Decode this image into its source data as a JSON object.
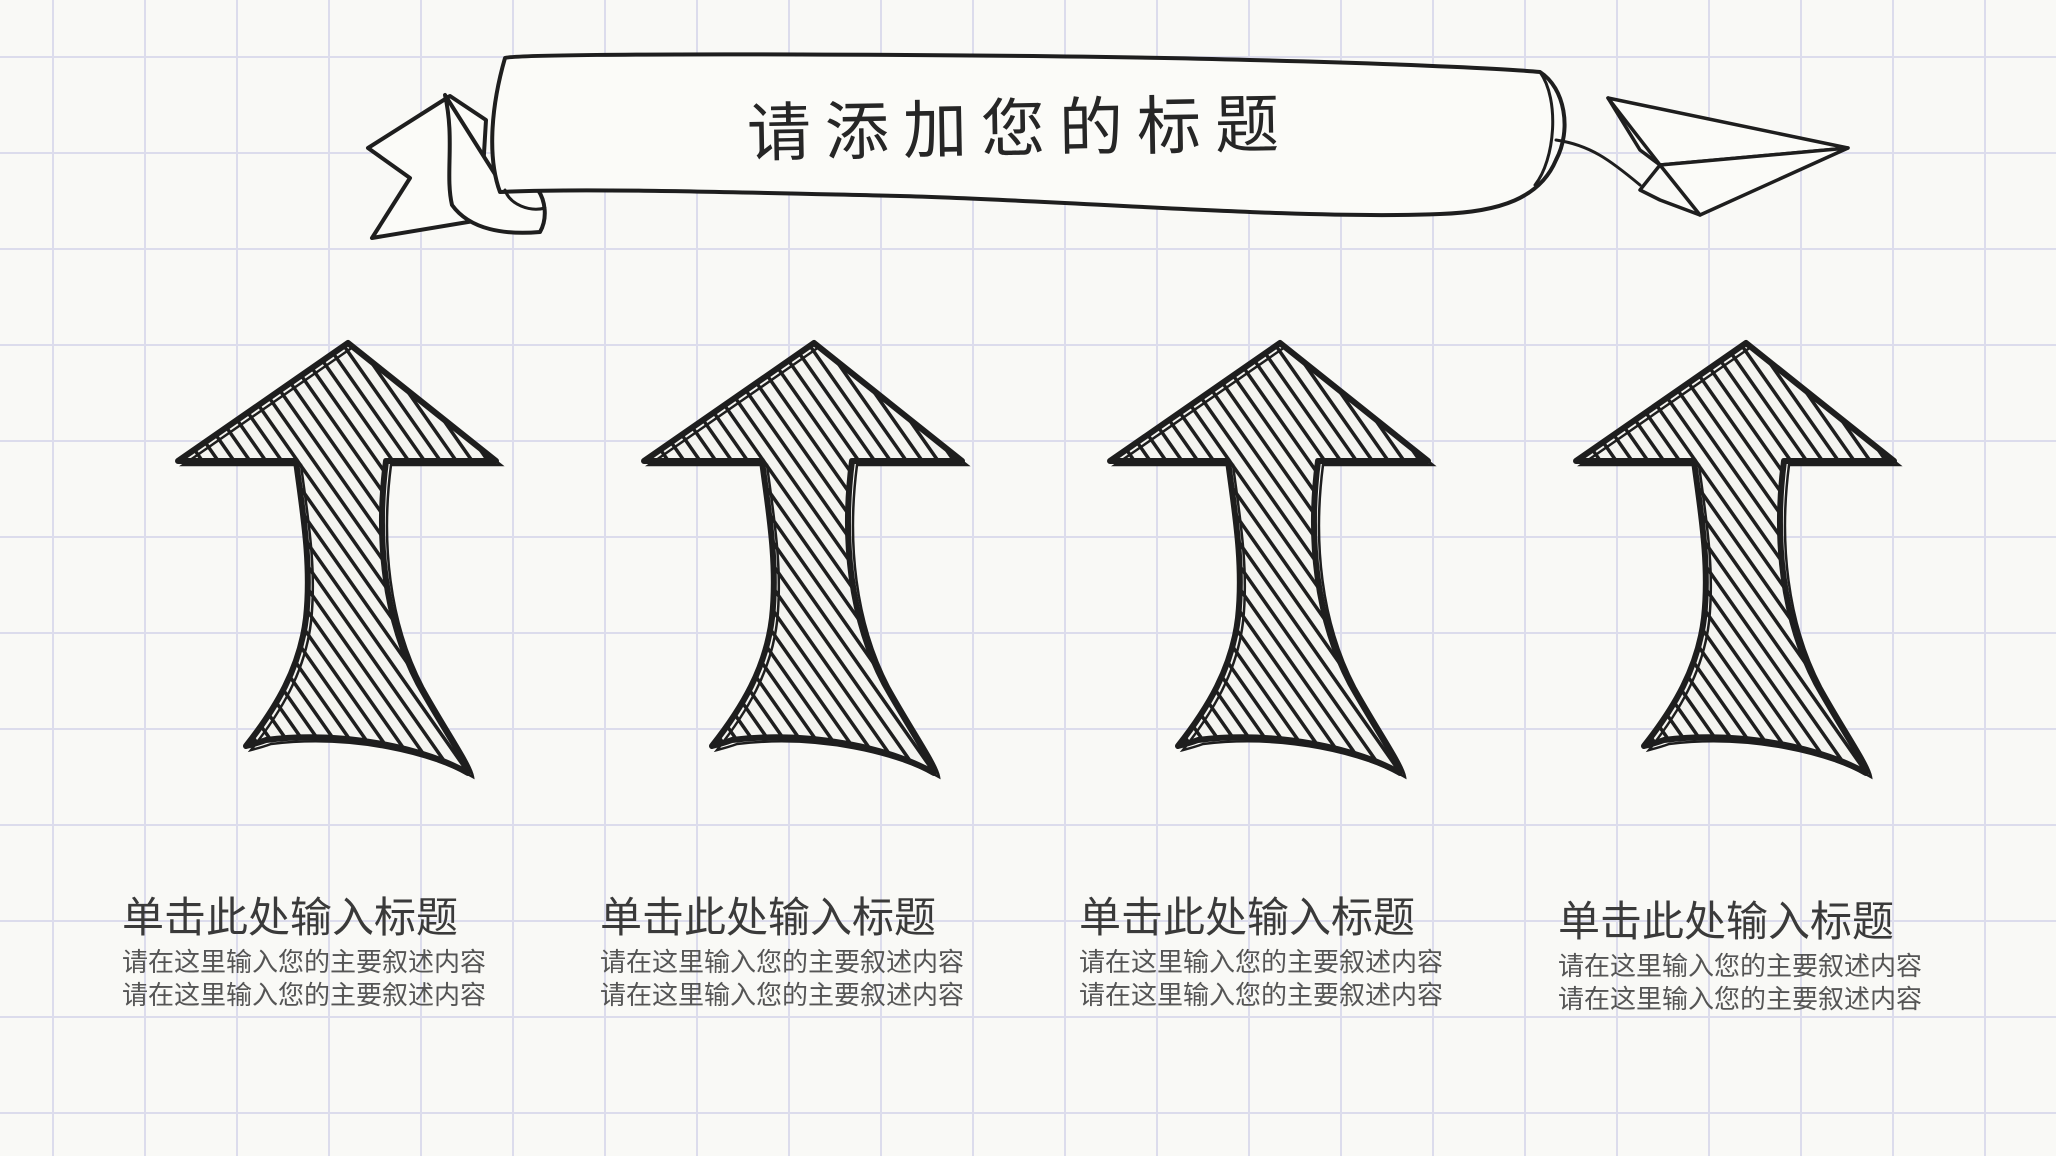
{
  "slide": {
    "title": "请添加您的标题"
  },
  "items": [
    {
      "title": "单击此处输入标题",
      "desc_line1": "请在这里输入您的主要叙述内容",
      "desc_line2": "请在这里输入您的主要叙述内容"
    },
    {
      "title": "单击此处输入标题",
      "desc_line1": "请在这里输入您的主要叙述内容",
      "desc_line2": "请在这里输入您的主要叙述内容"
    },
    {
      "title": "单击此处输入标题",
      "desc_line1": "请在这里输入您的主要叙述内容",
      "desc_line2": "请在这里输入您的主要叙述内容"
    },
    {
      "title": "单击此处输入标题",
      "desc_line1": "请在这里输入您的主要叙述内容",
      "desc_line2": "请在这里输入您的主要叙述内容"
    }
  ],
  "decorations": {
    "banner": "ribbon-banner",
    "plane": "paper-plane",
    "arrows": "hatched-up-arrow",
    "grid_color": "#dcdcec",
    "ink_color": "#1e1e1e"
  }
}
